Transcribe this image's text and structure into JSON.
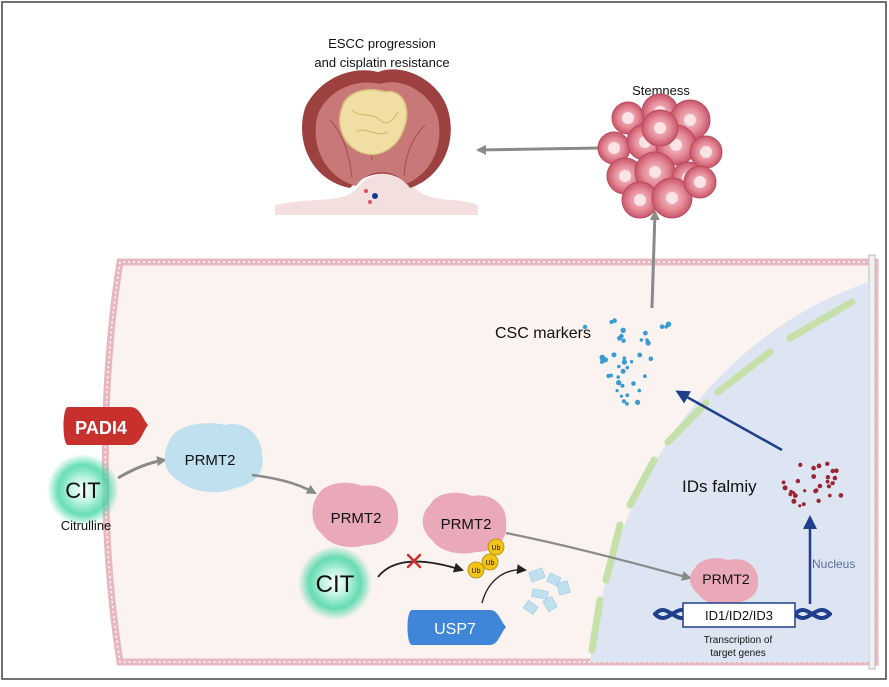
{
  "tumor": {
    "caption_line1": "ESCC progression",
    "caption_line2": "and cisplatin resistance"
  },
  "stemness": {
    "label": "Stemness"
  },
  "csc": {
    "label": "CSC markers"
  },
  "padi4": {
    "label": "PADI4"
  },
  "cit_top": {
    "label": "CIT",
    "sublabel": "Citrulline"
  },
  "prmt2_a": {
    "label": "PRMT2"
  },
  "prmt2_b": {
    "label": "PRMT2"
  },
  "prmt2_c": {
    "label": "PRMT2"
  },
  "prmt2_nuc": {
    "label": "PRMT2"
  },
  "cit_bottom": {
    "label": "CIT"
  },
  "ub": {
    "label": "Ub"
  },
  "usp7": {
    "label": "USP7"
  },
  "ids": {
    "label": "IDs falmiy"
  },
  "nucleus": {
    "label": "Nucleus"
  },
  "gene": {
    "label": "ID1/ID2/ID3",
    "caption_line1": "Transcription of",
    "caption_line2": "target genes"
  },
  "colors": {
    "cell_fill": "#fbf3ef",
    "membrane": "#e8b8c0",
    "nucleus_fill": "#dde5f2",
    "envelope": "#c5e0a8",
    "arrow_gray": "#8a8a8a",
    "arrow_blue": "#1f3f8c",
    "padi4": "#c7302d",
    "prmt2_blue": "#bfe0ee",
    "prmt2_pink": "#eaa9b9",
    "cit_glow": "#2fd199",
    "ub": "#f2c418",
    "usp7": "#3f86d8",
    "dots_blue": "#3a9bd4",
    "dots_red": "#9a2530"
  }
}
